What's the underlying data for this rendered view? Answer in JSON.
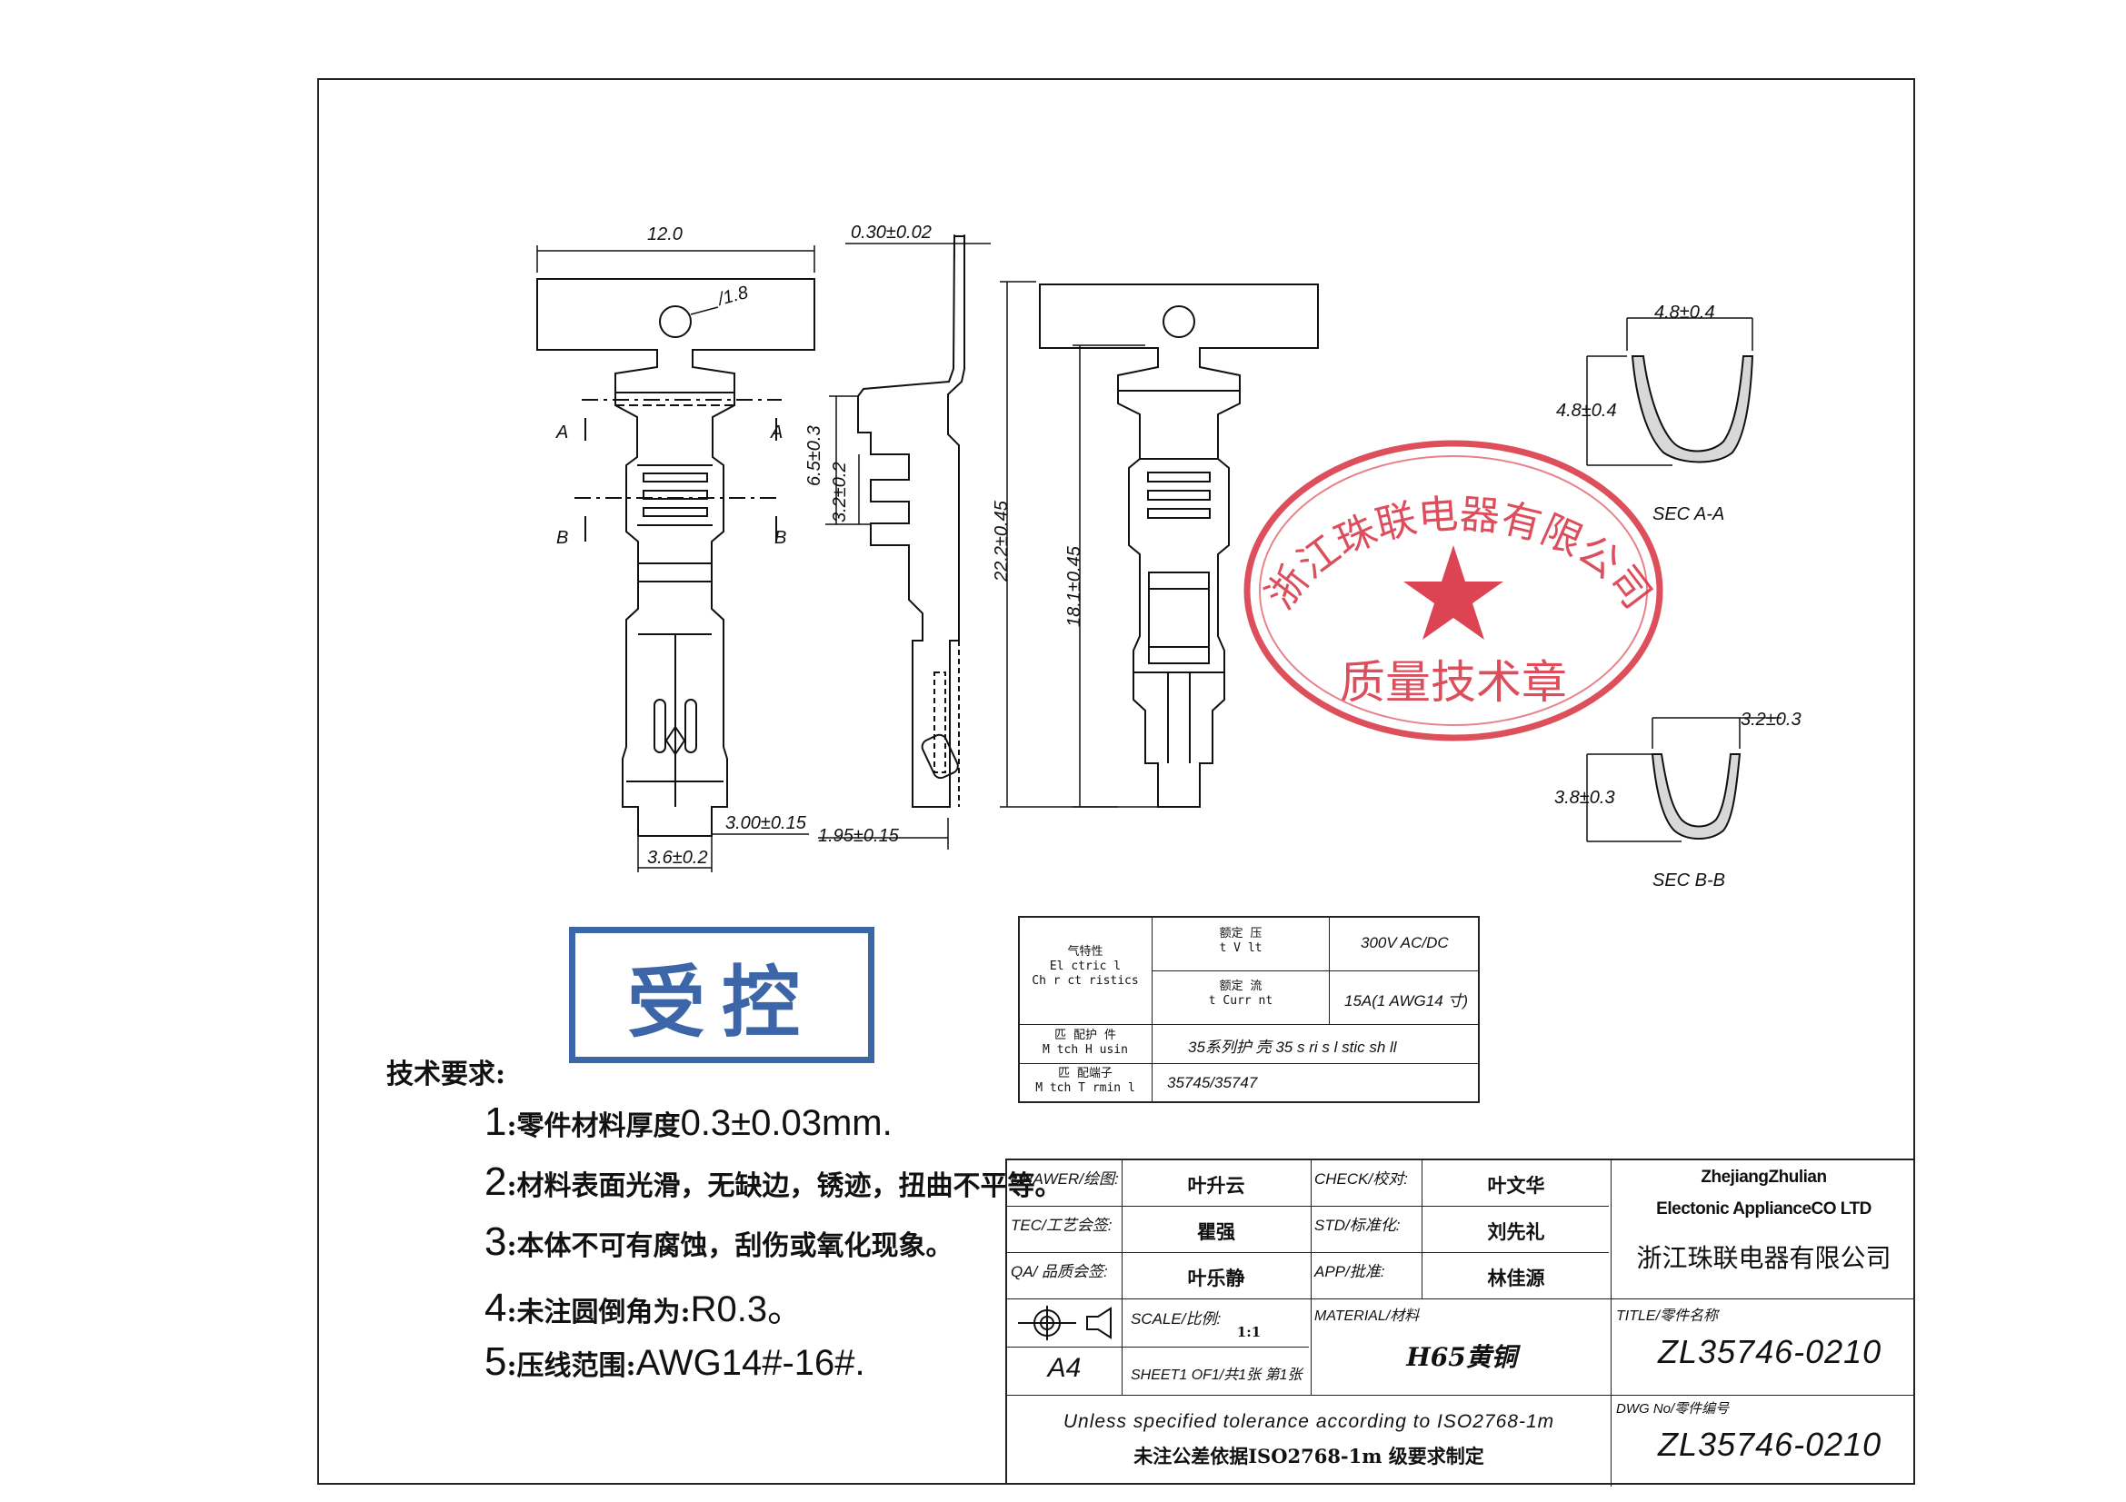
{
  "dims": {
    "width": "12.0",
    "hole": "/1.8",
    "thickness": "0.30±0.02",
    "d65": "6.5±0.3",
    "d32": "3.2±0.2",
    "d222": "22.2±0.45",
    "d181": "18.1±0.45",
    "d300": "3.00±0.15",
    "d195": "1.95±0.15",
    "d36": "3.6±0.2",
    "secA_w": "4.8±0.4",
    "secA_h": "4.8±0.4",
    "secB_w": "3.2±0.3",
    "secB_h": "3.8±0.3",
    "secA_label": "SEC A-A",
    "secB_label": "SEC B-B",
    "cut_a": "A",
    "cut_b": "B"
  },
  "seal": {
    "arc_text": "浙江珠联电器有限公司",
    "center_text": "质量技术章",
    "color": "#d83040"
  },
  "control_stamp": {
    "text": "受控",
    "color": "#3c66a8"
  },
  "spec_table": {
    "elec_label": "气特性\nEl ctric l\nCh r ct ristics",
    "volt_label": "额定 压\nt V lt",
    "volt_value": "300V AC/DC",
    "curr_label": "额定 流\nt Curr nt",
    "curr_value": "15A(1    AWG14 寸)",
    "housing_label": "匹 配护 件\nM tch  H usin",
    "housing_value": "35系列护 壳 35 s ri s  l stic sh ll",
    "terminal_label": "匹 配端子\nM tch  T rmin l",
    "terminal_value": "35745/35747"
  },
  "notes": {
    "title": "技术要求:",
    "items": [
      {
        "num": "1",
        "text": ":零件材料厚度",
        "tail": "0.3±0.03mm."
      },
      {
        "num": "2",
        "text": ":材料表面光滑，无缺边，锈迹，扭曲不平等。",
        "tail": ""
      },
      {
        "num": "3",
        "text": ":本体不可有腐蚀，刮伤或氧化现象。",
        "tail": ""
      },
      {
        "num": "4",
        "text": ":未注圆倒角为:",
        "tail": "R0.3。"
      },
      {
        "num": "5",
        "text": ":压线范围:",
        "tail": "AWG14#-16#."
      }
    ]
  },
  "title_block": {
    "drawer_label": "DRAWER/绘图:",
    "drawer": "叶升云",
    "check_label": "CHECK/校对:",
    "check": "叶文华",
    "tec_label": "TEC/工艺会签:",
    "tec": "瞿强",
    "std_label": "STD/标准化:",
    "std": "刘先礼",
    "qa_label": "QA/ 品质会签:",
    "qa": "叶乐静",
    "app_label": "APP/批准:",
    "app": "林佳源",
    "company_en1": "ZhejiangZhulian",
    "company_en2": "Electonic ApplianceCO LTD",
    "company_cn": "浙江珠联电器有限公司",
    "scale_label": "SCALE/比例:",
    "scale": "1:1",
    "material_label": "MATERIAL/材料",
    "material": "H65黄铜",
    "title_label": "TITLE/零件名称",
    "title": "ZL35746-0210",
    "paper": "A4",
    "sheet": "SHEET1 OF1/共1张 第1张",
    "tol_en": "Unless specified tolerance according to ISO2768-1m",
    "tol_cn": "未注公差依据ISO2768-1m 级要求制定",
    "dwg_label": "DWG No/零件编号",
    "dwg": "ZL35746-0210"
  }
}
